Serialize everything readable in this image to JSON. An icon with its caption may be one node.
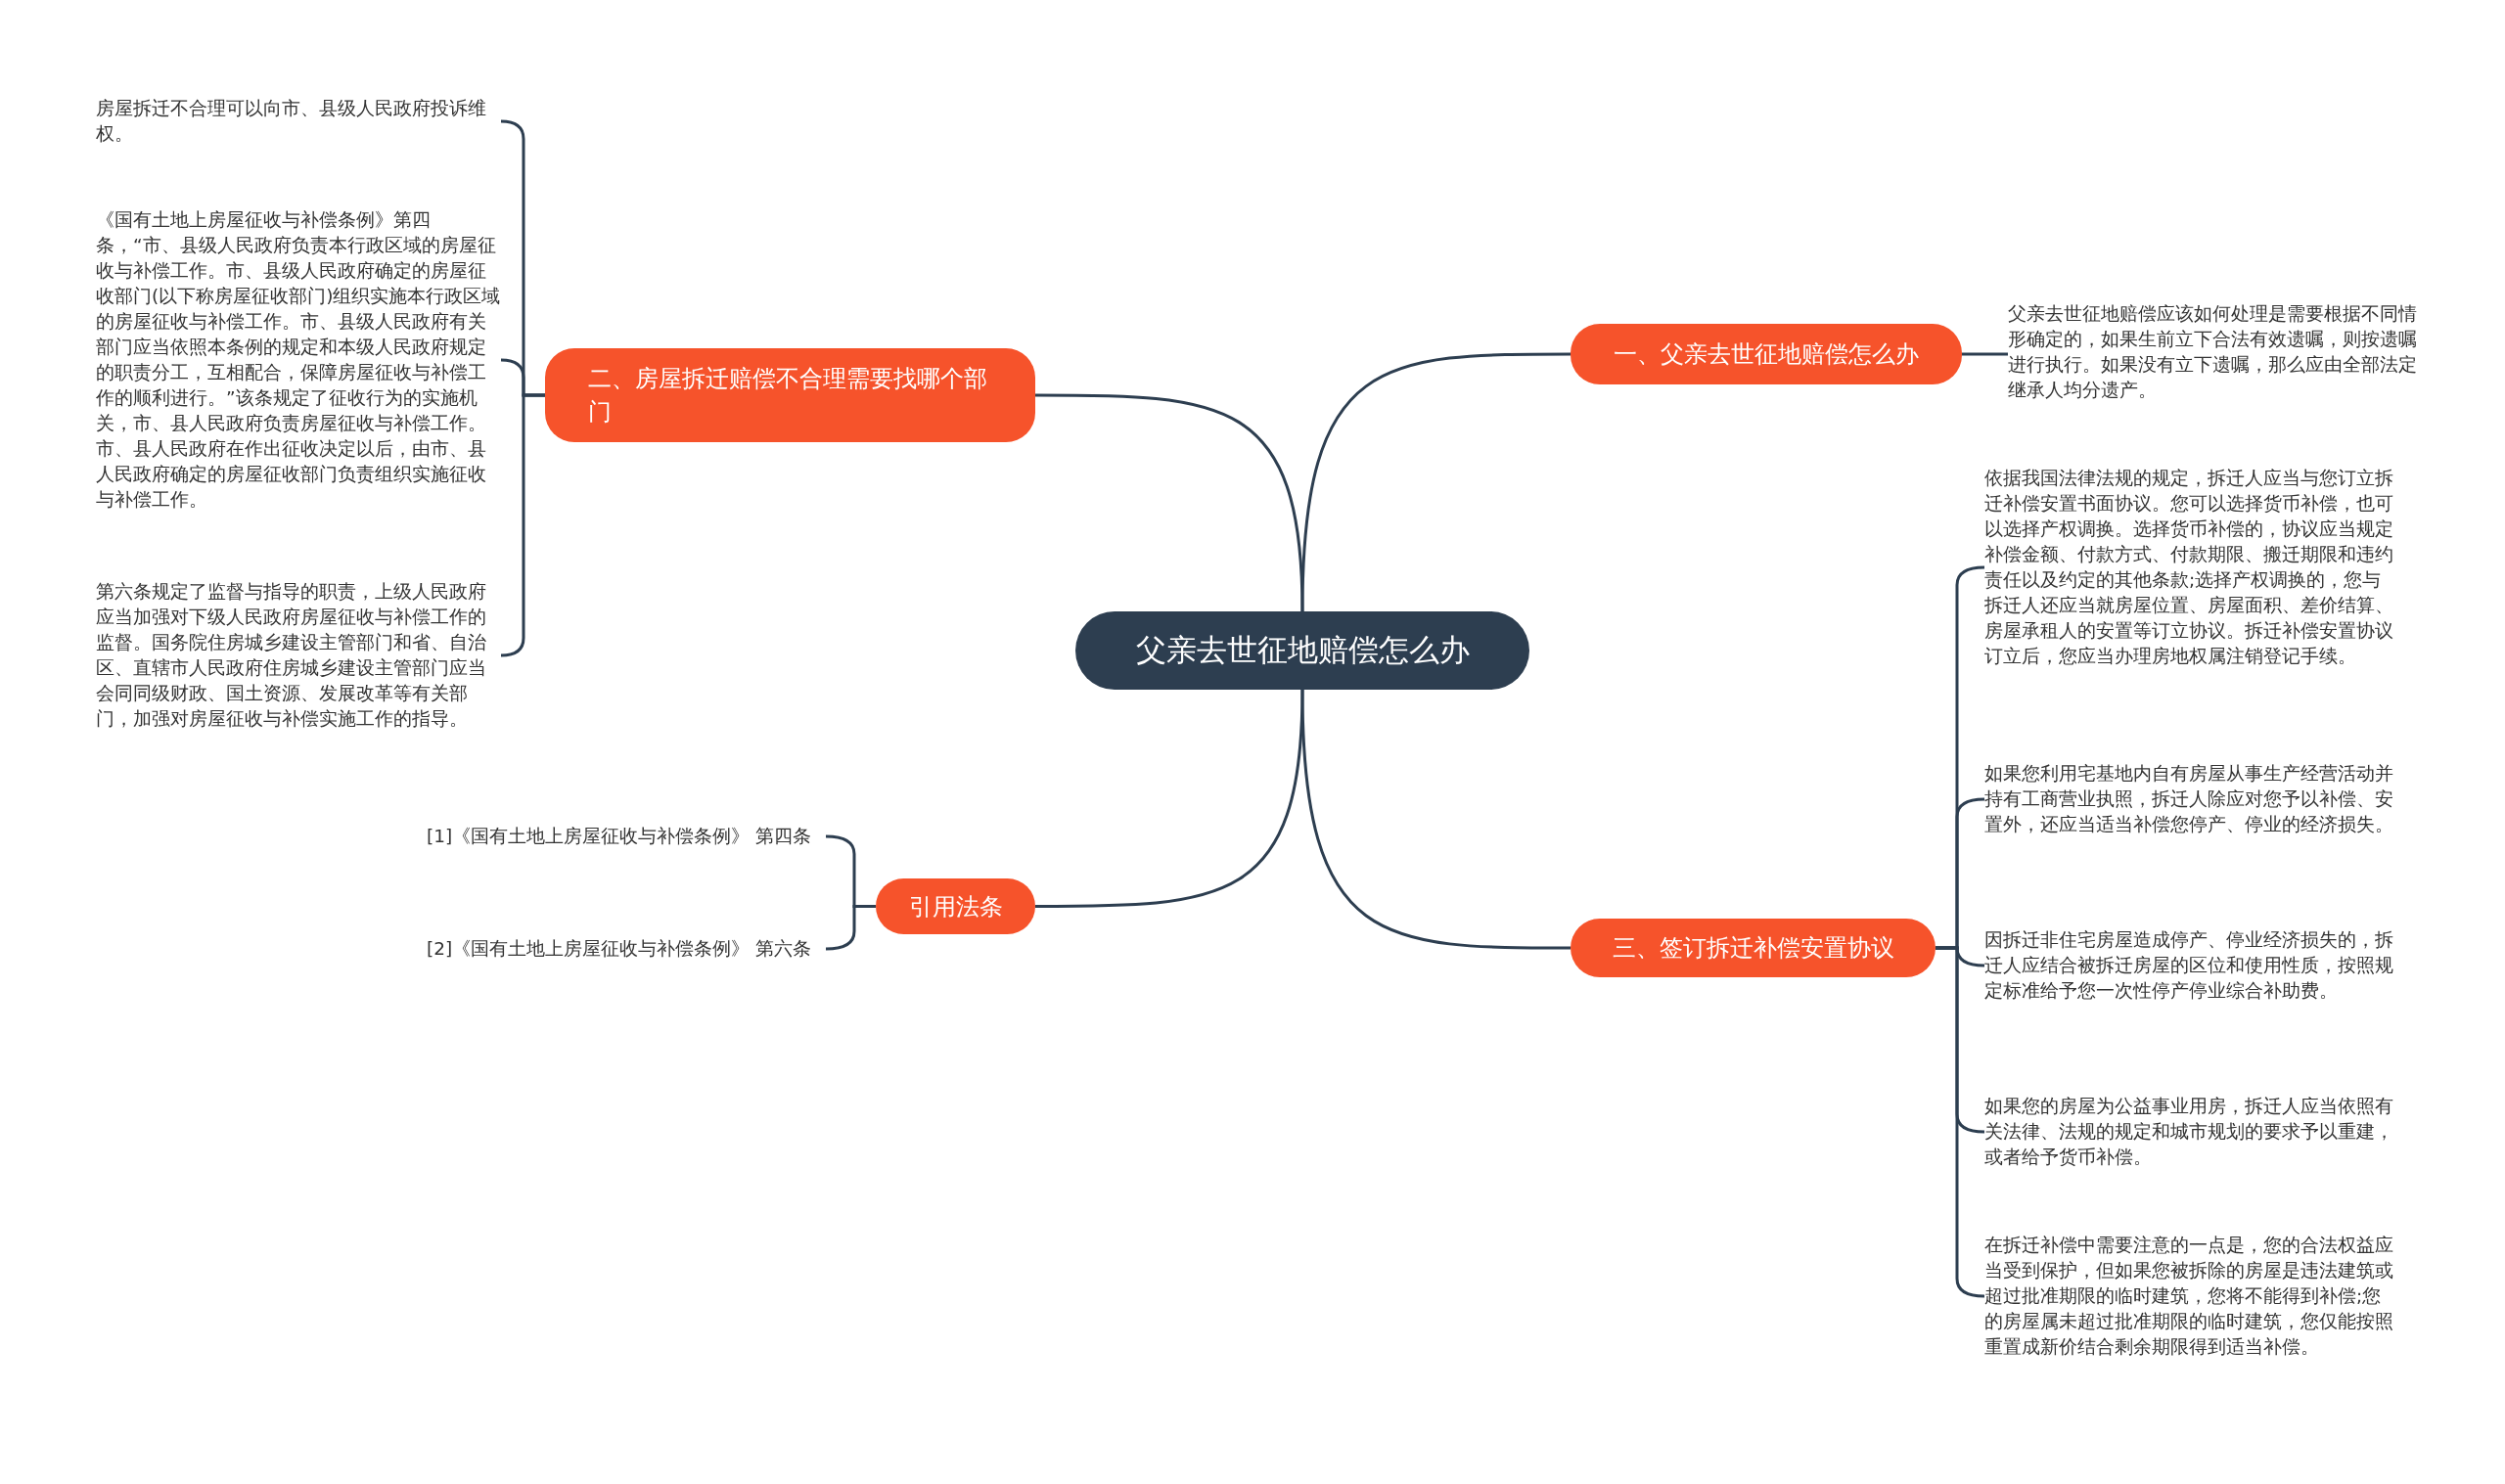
{
  "diagram": {
    "nodes": [
      {
        "text": [
          "父亲去世征地赔偿怎么办"
        ]
      },
      {
        "text": [
          "一、父亲去世征地赔偿怎么办"
        ]
      },
      {
        "text": [
          "父亲去世征地赔偿应该如何处理是需要根据不同情形确定的，如果生前立下合法有效遗嘱，则按遗嘱进行执行。如果没有立下遗嘱，那么应由全部法定继承人均分遗产。"
        ]
      },
      {
        "text": [
          "二、房屋拆迁赔偿不合理需要找哪个部门"
        ]
      },
      {
        "text": [
          "房屋拆迁不合理可以向市、县级人民政府投诉维权。"
        ]
      },
      {
        "text": [
          "《国有土地上房屋征收与补偿条例》第四条，“市、县级人民政府负责本行政区域的房屋征收与补偿工作。市、县级人民政府确定的房屋征收部门(以下称房屋征收部门)组织实施本行政区域的房屋征收与补偿工作。市、县级人民政府有关部门应当依照本条例的规定和本级人民政府规定的职责分工，互相配合，保障房屋征收与补偿工作的顺利进行。”该条规定了征收行为的实施机关，市、县人民政府负责房屋征收与补偿工作。市、县人民政府在作出征收决定以后，由市、县人民政府确定的房屋征收部门负责组织实施征收与补偿工作。"
        ]
      },
      {
        "text": [
          "第六条规定了监督与指导的职责，上级人民政府应当加强对下级人民政府房屋征收与补偿工作的监督。国务院住房城乡建设主管部门和省、自治区、直辖市人民政府住房城乡建设主管部门应当会同同级财政、国土资源、发展改革等有关部门，加强对房屋征收与补偿实施工作的指导。"
        ]
      },
      {
        "text": [
          "三、签订拆迁补偿安置协议"
        ]
      },
      {
        "text": [
          "依据我国法律法规的规定，拆迁人应当与您订立拆迁补偿安置书面协议。您可以选择货币补偿，也可以选择产权调换。选择货币补偿的，协议应当规定补偿金额、付款方式、付款期限、搬迁期限和违约责任以及约定的其他条款;选择产权调换的，您与拆迁人还应当就房屋位置、房屋面积、差价结算、房屋承租人的安置等订立协议。拆迁补偿安置协议订立后，您应当办理房地权属注销登记手续。"
        ]
      },
      {
        "text": [
          "如果您利用宅基地内自有房屋从事生产经营活动并持有工商营业执照，拆迁人除应对您予以补偿、安置外，还应当适当补偿您停产、停业的经济损失。"
        ]
      },
      {
        "text": [
          "因拆迁非住宅房屋造成停产、停业经济损失的，拆迁人应结合被拆迁房屋的区位和使用性质，按照规定标准给予您一次性停产停业综合补助费。"
        ]
      },
      {
        "text": [
          "如果您的房屋为公益事业用房，拆迁人应当依照有关法律、法规的规定和城市规划的要求予以重建，或者给予货币补偿。"
        ]
      },
      {
        "text": [
          "在拆迁补偿中需要注意的一点是，您的合法权益应当受到保护，但如果您被拆除的房屋是违法建筑或超过批准期限的临时建筑，您将不能得到补偿;您的房屋属未超过批准期限的临时建筑，您仅能按照重置成新价结合剩余期限得到适当补偿。"
        ]
      },
      {
        "text": [
          "引用法条"
        ]
      },
      {
        "text": [
          "[1]《国有土地上房屋征收与补偿条例》 第四条"
        ]
      },
      {
        "text": [
          "[2]《国有土地上房屋征收与补偿条例》 第六条"
        ]
      }
    ],
    "edges": [
      {
        "from": 0,
        "to": 1,
        "arrow": "none"
      },
      {
        "from": 1,
        "to": 2,
        "arrow": "none"
      },
      {
        "from": 0,
        "to": 3,
        "arrow": "none"
      },
      {
        "from": 3,
        "to": 4,
        "arrow": "none"
      },
      {
        "from": 3,
        "to": 5,
        "arrow": "none"
      },
      {
        "from": 3,
        "to": 6,
        "arrow": "none"
      },
      {
        "from": 0,
        "to": 7,
        "arrow": "none"
      },
      {
        "from": 7,
        "to": 8,
        "arrow": "none"
      },
      {
        "from": 7,
        "to": 9,
        "arrow": "none"
      },
      {
        "from": 7,
        "to": 10,
        "arrow": "none"
      },
      {
        "from": 7,
        "to": 11,
        "arrow": "none"
      },
      {
        "from": 7,
        "to": 12,
        "arrow": "none"
      },
      {
        "from": 0,
        "to": 13,
        "arrow": "none"
      },
      {
        "from": 13,
        "to": 14,
        "arrow": "none"
      },
      {
        "from": 13,
        "to": 15,
        "arrow": "none"
      }
    ]
  }
}
